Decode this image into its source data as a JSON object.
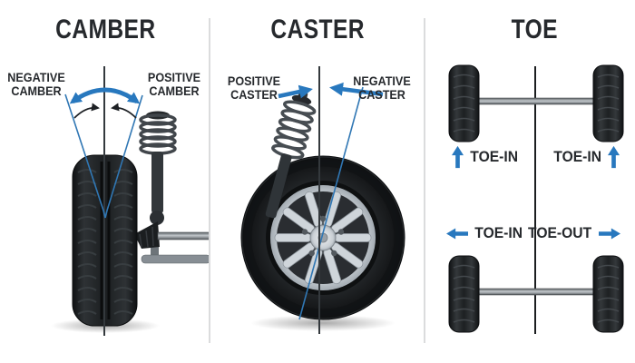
{
  "colors": {
    "accent_blue": "#2878be",
    "heading_text": "#26292d",
    "reference_line": "#34393d",
    "divider": "#dbdcdd",
    "background": "#ffffff"
  },
  "icons": {
    "camber_angle_arrow": "curved-double-headed-arrow",
    "camber_inner_arrows": "small-curved-arrows-toward-axis",
    "caster_positive_arrow": "arrow-pointing-right-to-axis",
    "caster_negative_arrow": "arrow-pointing-left-to-axis",
    "toe_front_left_arrow": "arrow-up",
    "toe_front_right_arrow": "arrow-up",
    "toe_rear_left_arrow": "arrow-left",
    "toe_rear_right_arrow": "arrow-right"
  },
  "panels": {
    "camber": {
      "title": "CAMBER",
      "negative_label": "NEGATIVE CAMBER",
      "positive_label": "POSITIVE CAMBER"
    },
    "caster": {
      "title": "CASTER",
      "positive_label": "POSITIVE CASTER",
      "negative_label": "NEGATIVE CASTER"
    },
    "toe": {
      "title": "TOE",
      "front_axle": {
        "left_label": "TOE-IN",
        "right_label": "TOE-IN"
      },
      "rear_axle": {
        "left_label": "TOE-IN",
        "right_label": "TOE-OUT"
      }
    }
  }
}
